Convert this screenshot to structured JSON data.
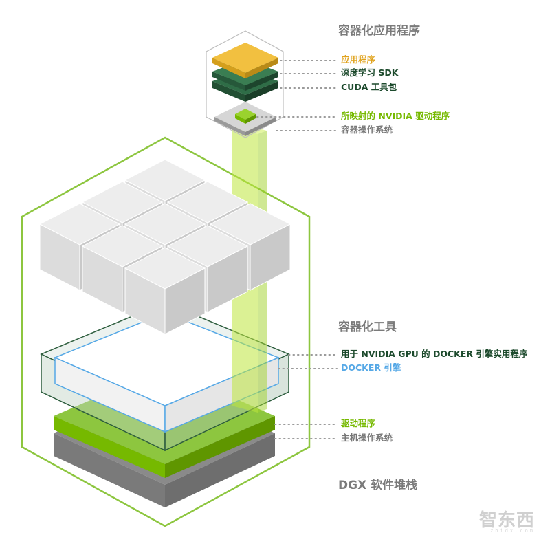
{
  "diagram": {
    "container_apps": {
      "heading": "容器化应用程序",
      "items": [
        "应用程序",
        "深度学习 SDK",
        "CUDA 工具包",
        "所映射的 NVIDIA 驱动程序",
        "容器操作系统"
      ]
    },
    "container_tools": {
      "heading": "容器化工具",
      "items": [
        "用于 NVIDIA GPU 的 DOCKER 引擎实用程序",
        "DOCKER 引擎"
      ]
    },
    "host": {
      "items": [
        "驱动程序",
        "主机操作系统"
      ]
    },
    "stack_title": "DGX 软件堆栈"
  },
  "colors": {
    "nvidia_green": "#76b900",
    "dark_green": "#1c4a2c",
    "gold": "#e0a21c",
    "docker_blue": "#55a8e6",
    "gray": "#777777"
  },
  "watermark": {
    "logo": "智东西",
    "sub": "zhidx.com"
  }
}
